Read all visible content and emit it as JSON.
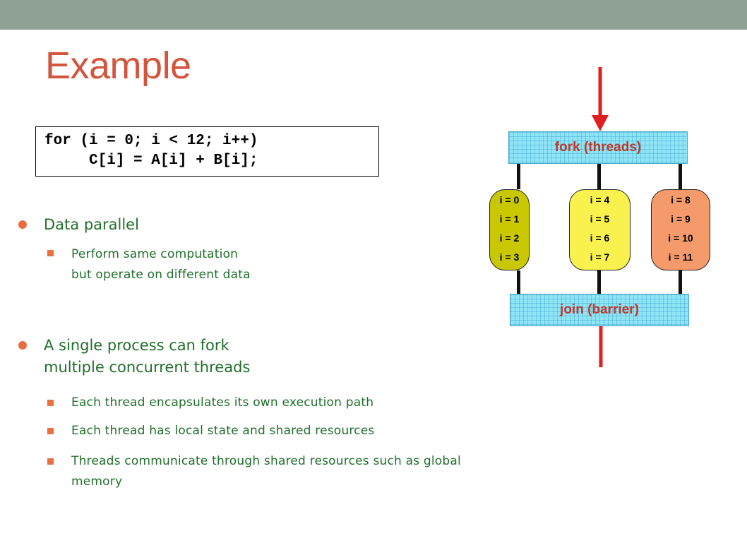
{
  "slide": {
    "title": "Example",
    "code": {
      "line1": "for (i = 0; i < 12; i++)",
      "line2": "     C[i] = A[i] + B[i];"
    },
    "bullets": [
      {
        "text_lines": [
          "Data parallel"
        ],
        "sub": [
          {
            "text_lines": [
              "Perform same computation",
              "but operate on different data"
            ]
          }
        ]
      },
      {
        "text_lines": [
          "A single process can fork",
          "multiple concurrent threads"
        ],
        "sub": [
          {
            "text_lines": [
              "Each thread encapsulates its own execution path"
            ]
          },
          {
            "text_lines": [
              "Each thread has local state and shared resources"
            ]
          },
          {
            "text_lines": [
              "Threads communicate through shared resources such as global",
              "memory"
            ]
          }
        ]
      }
    ]
  },
  "diagram": {
    "fork_label": "fork (threads)",
    "join_label": "join (barrier)",
    "threads": [
      {
        "color": "#c9c800",
        "lines": [
          "i = 0",
          "i = 1",
          "i = 2",
          "i = 3"
        ]
      },
      {
        "color": "#f9f24e",
        "lines": [
          "i = 4",
          "i = 5",
          "i = 6",
          "i = 7"
        ]
      },
      {
        "color": "#f59a6a",
        "lines": [
          "i = 8",
          "i = 9",
          "i = 10",
          "i = 11"
        ]
      }
    ],
    "arrow_color": "#e02020"
  },
  "colors": {
    "title": "#d2553d",
    "text": "#1f6f2a",
    "bullet": "#ea6b3f",
    "header_bar": "#8fa095"
  }
}
